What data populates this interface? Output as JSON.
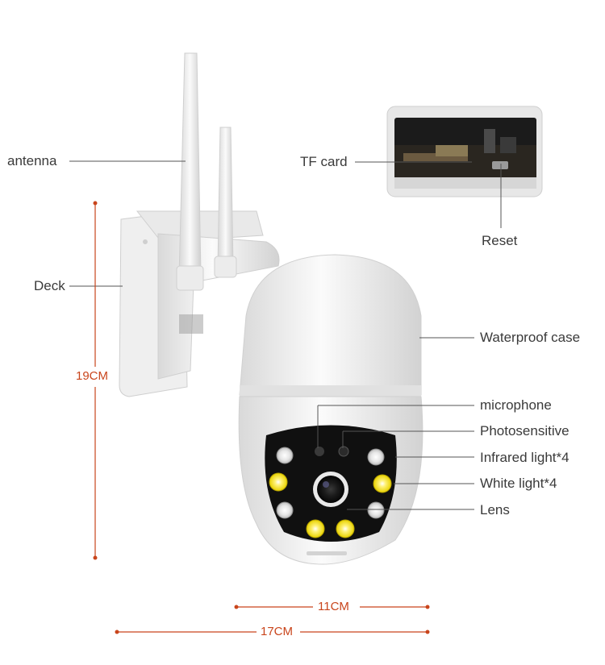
{
  "callouts": {
    "antenna": "antenna",
    "tf_card": "TF card",
    "reset": "Reset",
    "deck": "Deck",
    "waterproof_case": "Waterproof case",
    "microphone": "microphone",
    "photosensitive": "Photosensitive",
    "infrared_light": "Infrared light*4",
    "white_light": "White light*4",
    "lens": "Lens"
  },
  "dimensions": {
    "height": "19CM",
    "inner_width": "11CM",
    "outer_width": "17CM"
  },
  "colors": {
    "dimension": "#c9451c",
    "leader_line": "#555555",
    "body": "#f2f2f2",
    "infrared_led": "#f5f5f5",
    "white_led": "#f2e21a"
  }
}
